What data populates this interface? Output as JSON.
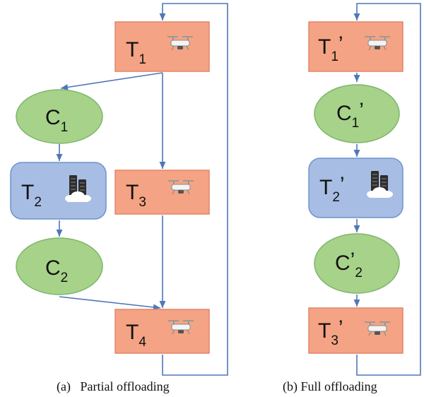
{
  "colors": {
    "task_drone_fill": "#f4a384",
    "task_drone_stroke": "#e4856a",
    "task_cloud_fill": "#a7bde3",
    "task_cloud_stroke": "#6f93cc",
    "comm_fill": "#a6d28a",
    "comm_stroke": "#7fb56a",
    "edge": "#4f77b8"
  },
  "icons": {
    "drone": "drone-icon",
    "server": "server-cloud-icon"
  },
  "partial": {
    "caption": "(a)   Partial offloading",
    "nodes": {
      "t1": {
        "main": "T",
        "sub": "1"
      },
      "c1": {
        "main": "C",
        "sub": "1"
      },
      "t2": {
        "main": "T",
        "sub": "2"
      },
      "t3": {
        "main": "T",
        "sub": "3"
      },
      "c2": {
        "main": "C",
        "sub": "2"
      },
      "t4": {
        "main": "T",
        "sub": "4"
      }
    }
  },
  "full": {
    "caption": "(b) Full offloading",
    "nodes": {
      "t1": {
        "main": "T",
        "sub": "1",
        "prime": "’"
      },
      "c1": {
        "main": "C",
        "sub": "1",
        "prime": "’"
      },
      "t2": {
        "main": "T",
        "sub": "2",
        "prime": "’"
      },
      "c2": {
        "main": "C",
        "prime_mid": "’",
        "sub": "2"
      },
      "t3": {
        "main": "T",
        "sub": "3",
        "prime": "’"
      }
    }
  }
}
